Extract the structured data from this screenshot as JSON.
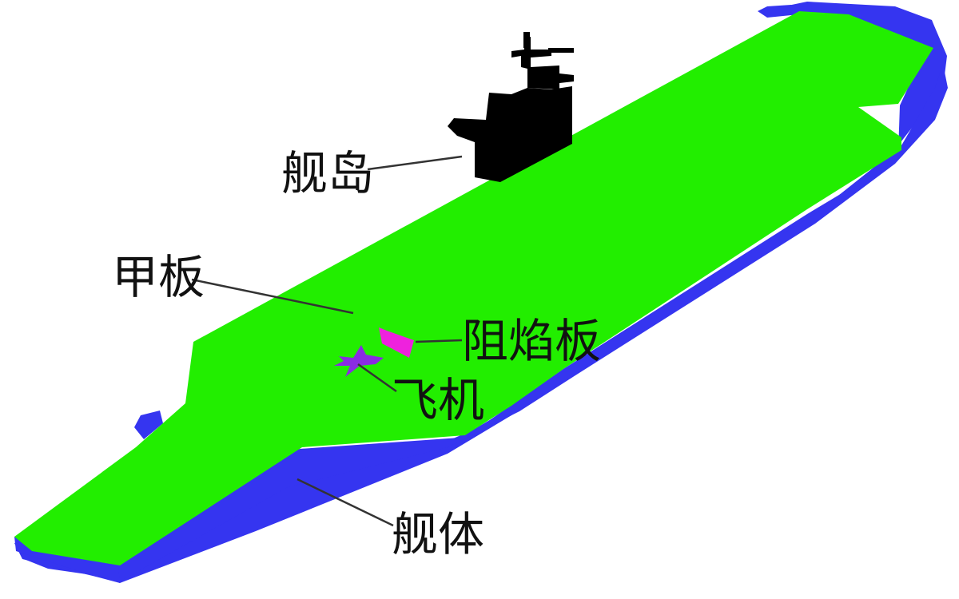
{
  "labels": {
    "island": "舰岛",
    "deck": "甲板",
    "jet_blast_deflector": "阻焰板",
    "aircraft": "飞机",
    "hull": "舰体"
  },
  "colors": {
    "deck": "#22ee00",
    "hull": "#3535f0",
    "island": "#000000",
    "jet_blast_deflector": "#ee22dd",
    "aircraft": "#8a2be2",
    "leader_line": "#333333"
  }
}
